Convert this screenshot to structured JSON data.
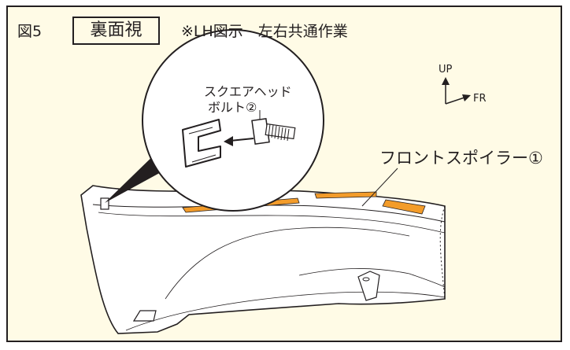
{
  "figure": {
    "number": "図5",
    "view": "裏面視",
    "note": "※LH図示　左右共通作業"
  },
  "arrows": {
    "up": "UP",
    "front": "FR"
  },
  "callout": {
    "line1": "スクエアヘッド",
    "line2": "ボルト②"
  },
  "part_label": "フロントスポイラー①",
  "colors": {
    "frame": "#231f20",
    "background": "#fffbe6",
    "tape": "#f39c2a"
  }
}
